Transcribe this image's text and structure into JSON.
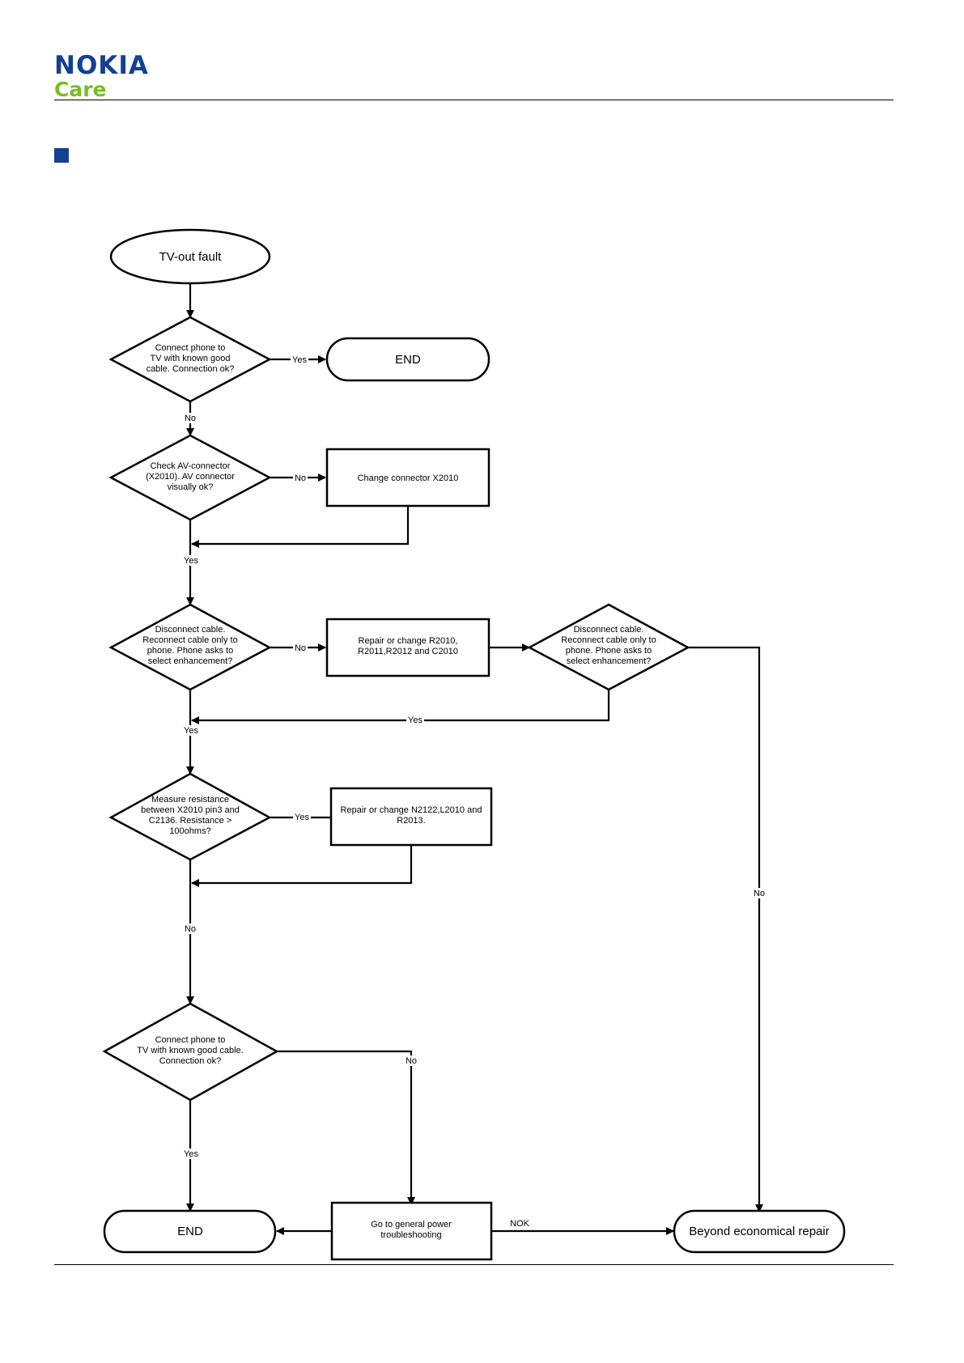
{
  "brand": {
    "name": "NOKIA",
    "sub": "Care",
    "colors": {
      "nokia_blue": "#124191",
      "care_green": "#78be20"
    }
  },
  "flow": {
    "start": "TV-out fault",
    "q1": [
      "Connect phone to",
      "TV with known good",
      "cable. Connection ok?"
    ],
    "end_top": "END",
    "q2": [
      "Check AV-connector",
      "(X2010). AV connector",
      "visually ok?"
    ],
    "act_change": "Change connector X2010",
    "q3": [
      "Disconnect cable.",
      "Reconnect cable only to",
      "phone. Phone asks to",
      "select enhancement?"
    ],
    "act_repair1": [
      "Repair or change R2010,",
      "R2011,R2012 and C2010"
    ],
    "q3b": [
      "Disconnect cable.",
      "Reconnect cable only to",
      "phone. Phone asks to",
      "select enhancement?"
    ],
    "q4": [
      "Measure resistance",
      "between X2010 pin3 and",
      "C2136. Resistance >",
      "100ohms?"
    ],
    "act_repair2": [
      "Repair or change N2122,L2010 and",
      "R2013."
    ],
    "q5": [
      "Connect phone to",
      "TV with known good cable.",
      "Connection ok?"
    ],
    "end_bottom": "END",
    "act_power": [
      "Go to general power",
      "troubleshooting"
    ],
    "ber": "Beyond economical repair",
    "labels": {
      "yes": "Yes",
      "no": "No",
      "nok": "NOK"
    }
  }
}
